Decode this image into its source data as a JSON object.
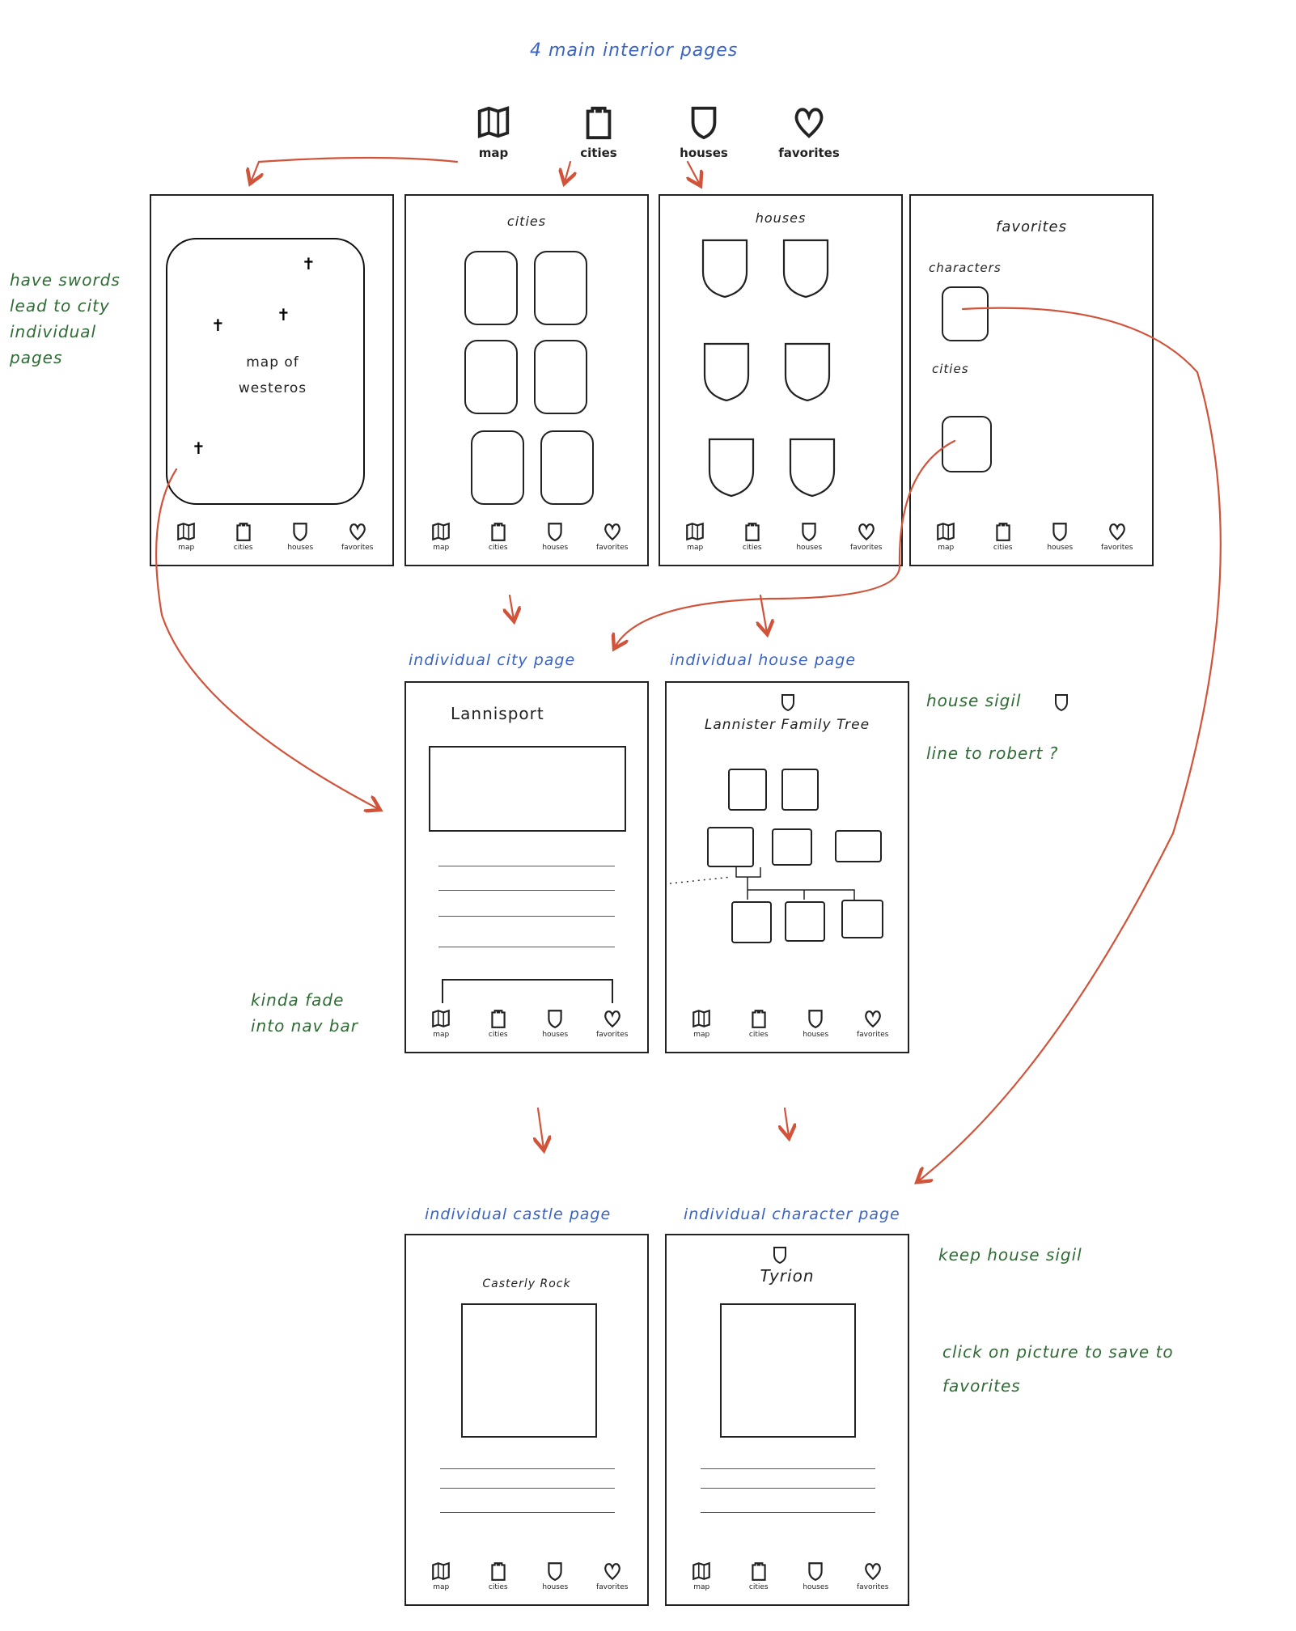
{
  "header": {
    "title": "4 main interior pages"
  },
  "nav": {
    "map": "map",
    "cities": "cities",
    "houses": "houses",
    "favorites": "favorites"
  },
  "screens": {
    "map": {
      "label": "map of westeros"
    },
    "cities": {
      "title": "cities"
    },
    "houses": {
      "title": "houses"
    },
    "favorites": {
      "title": "favorites",
      "characters": "characters",
      "cities": "cities"
    },
    "city_page": {
      "section": "individual city page",
      "title": "Lannisport"
    },
    "house_page": {
      "section": "individual house page",
      "title": "Lannister Family Tree"
    },
    "castle_page": {
      "section": "individual castle page",
      "title": "Casterly Rock"
    },
    "character_page": {
      "section": "individual character page",
      "title": "Tyrion"
    }
  },
  "notes": {
    "swords": "have swords lead to city individual pages",
    "sigil": "house sigil",
    "line_robert": "line to robert ?",
    "fade": "kinda fade into nav bar",
    "keep_sigil": "keep house sigil",
    "click_picture": "click on picture to save to favorites"
  },
  "colors": {
    "ink": "#222222",
    "arrow": "#d0533a",
    "note": "#2f6b34",
    "section": "#3a63c4"
  }
}
